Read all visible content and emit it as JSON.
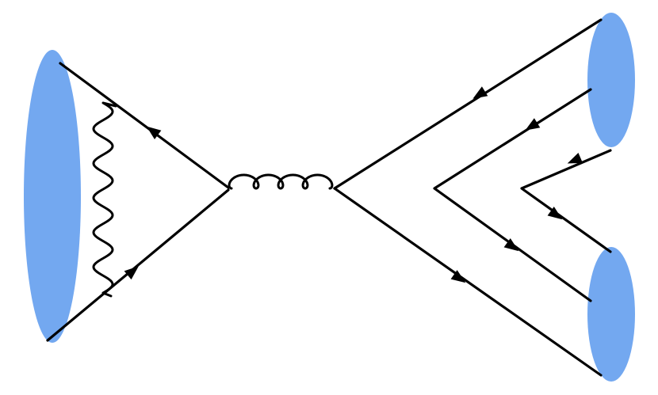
{
  "colors": {
    "blob": "#73a8f0",
    "line": "#000000",
    "background": "#ffffff"
  },
  "icons": {
    "blob": "hadron-blob",
    "arrow": "fermion-arrow",
    "photon": "photon-wavy-line",
    "gluon": "gluon-curly-line"
  }
}
